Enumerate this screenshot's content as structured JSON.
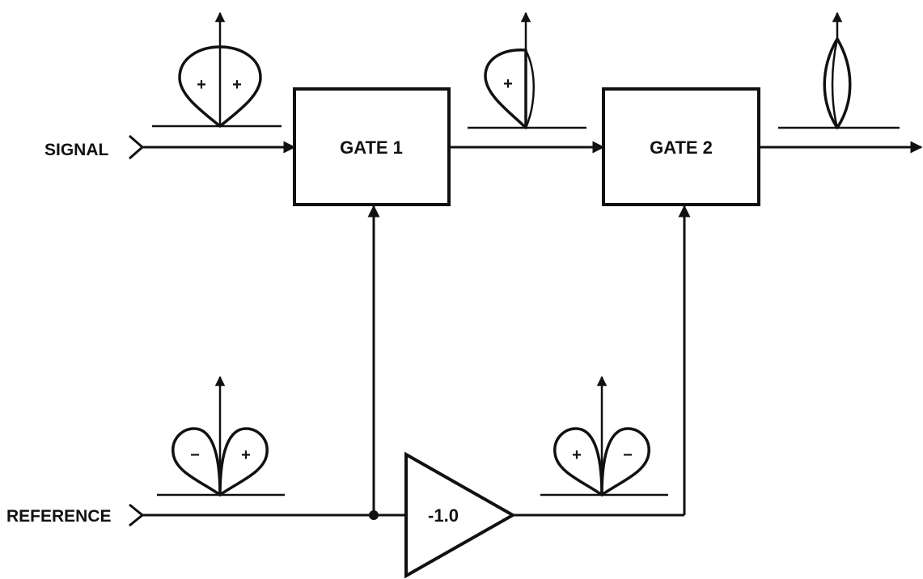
{
  "inputs": {
    "signal": "SIGNAL",
    "reference": "REFERENCE"
  },
  "blocks": {
    "gate1": "GATE 1",
    "gate2": "GATE 2",
    "inverter": "-1.0"
  },
  "patterns": {
    "signal_in": {
      "left_sign": "+",
      "right_sign": "+"
    },
    "gate1_out": {
      "sign": "+"
    },
    "reference_in": {
      "left_sign": "−",
      "right_sign": "+"
    },
    "inverted_reference": {
      "left_sign": "+",
      "right_sign": "−"
    }
  }
}
